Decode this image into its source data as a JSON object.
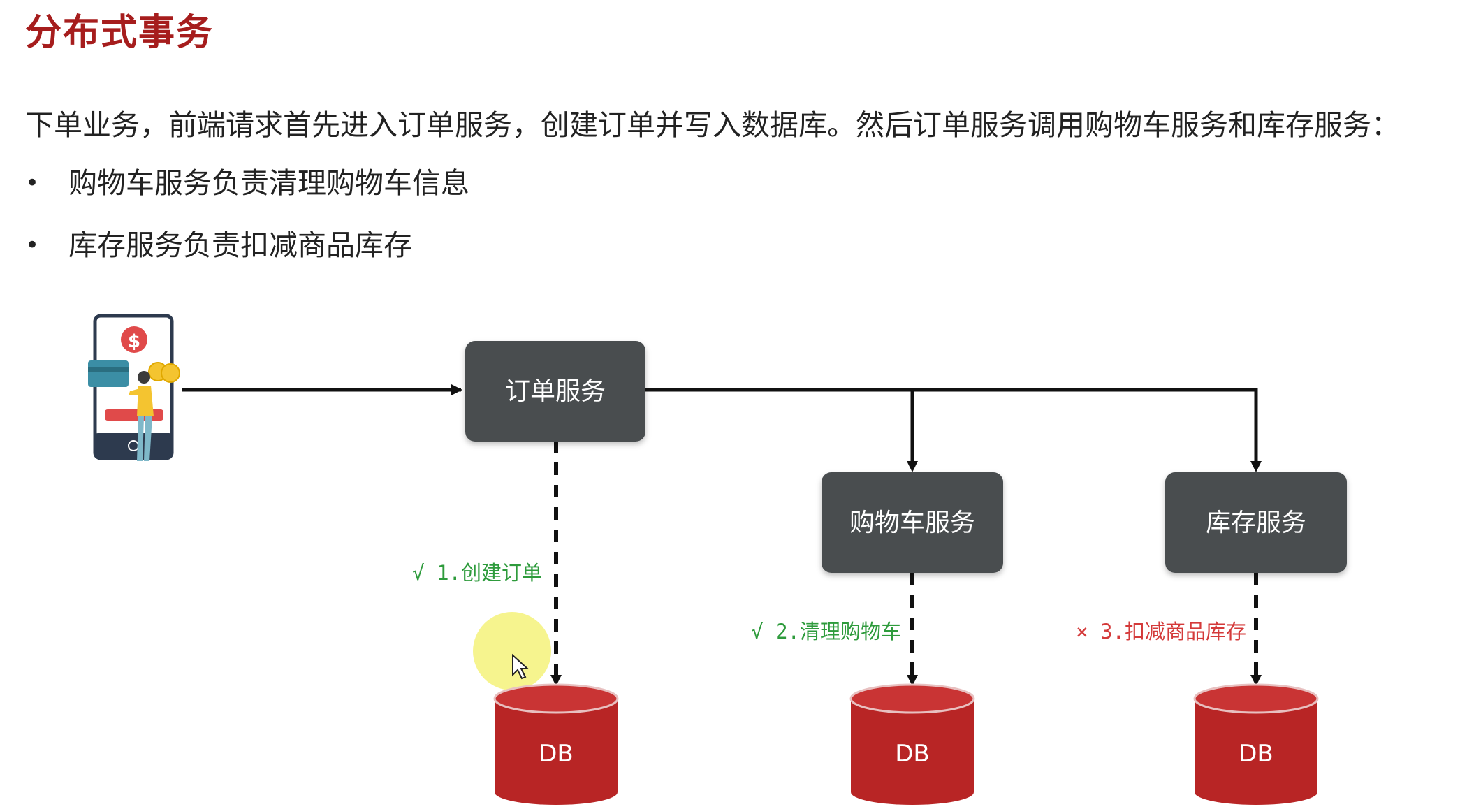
{
  "title": "分布式事务",
  "intro": "下单业务，前端请求首先进入订单服务，创建订单并写入数据库。然后订单服务调用购物车服务和库存服务：",
  "bullets": [
    {
      "marker": "•",
      "text": "购物车服务负责清理购物车信息"
    },
    {
      "marker": "•",
      "text": "库存服务负责扣减商品库存"
    }
  ],
  "diagram": {
    "client_icon": "mobile-payment-icon",
    "client_badge": "$",
    "services": {
      "order": "订单服务",
      "cart": "购物车服务",
      "stock": "库存服务"
    },
    "databases": {
      "order": "DB",
      "cart": "DB",
      "stock": "DB"
    },
    "steps": {
      "order": "√ 1.创建订单",
      "cart": "√ 2.清理购物车",
      "stock": "× 3.扣减商品库存"
    },
    "colors": {
      "service_box": "#4a4e50",
      "db": "#b82525",
      "success": "#2e9b3c",
      "failure": "#d43a3a",
      "title": "#a61d1d",
      "cursor_highlight": "#f5f27a"
    }
  }
}
